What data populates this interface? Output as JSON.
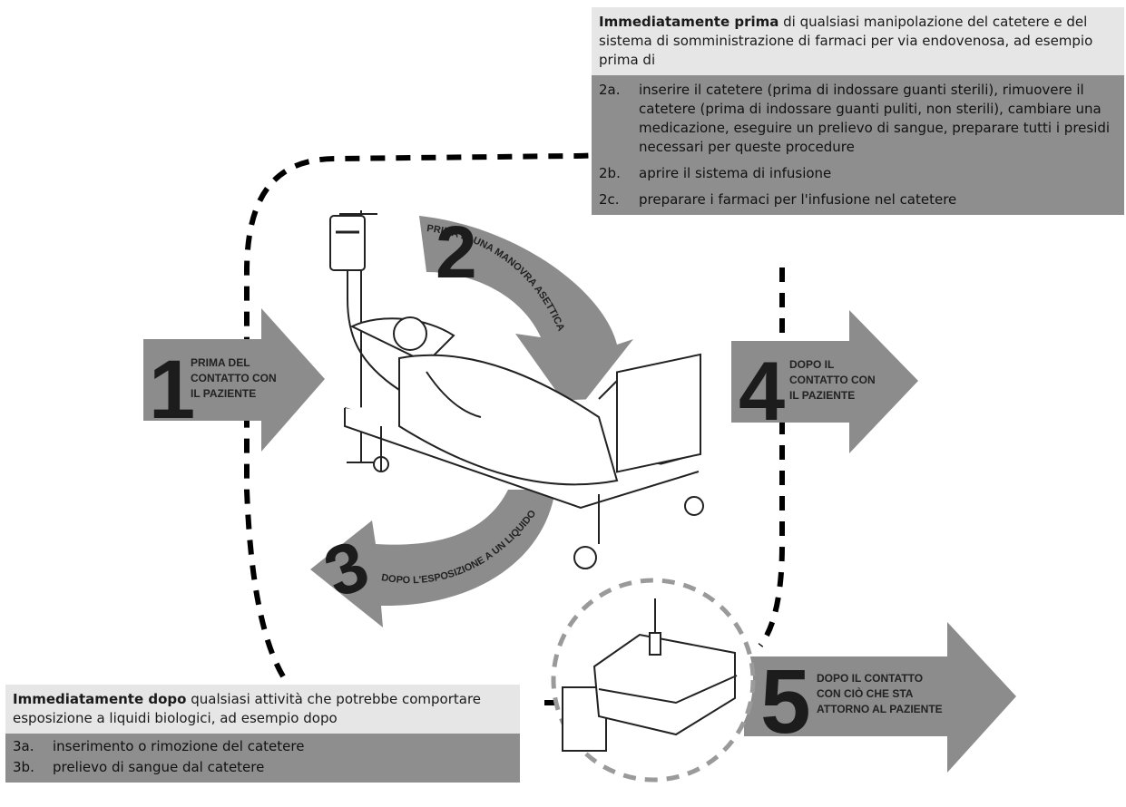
{
  "box2": {
    "head_bold": "Immediatamente prima",
    "head_rest": " di qualsiasi manipolazione del catetere e del sistema di somministrazione di farmaci per via endovenosa, ad esempio prima di",
    "items": [
      {
        "code": "2a.",
        "text": "inserire il catetere (prima di indossare guanti sterili), rimuovere il catetere (prima di indossare guanti puliti, non sterili), cambiare una medicazione, eseguire un prelievo di sangue, preparare tutti i presidi necessari per queste procedure"
      },
      {
        "code": "2b.",
        "text": "aprire il sistema di infusione"
      },
      {
        "code": "2c.",
        "text": "preparare i farmaci per l'infusione nel catetere"
      }
    ]
  },
  "box3": {
    "head_bold": "Immediatamente dopo",
    "head_rest": " qualsiasi attività che potrebbe comportare esposizione a liquidi biologici, ad esempio dopo",
    "items": [
      {
        "code": "3a.",
        "text": "inserimento o rimozione del catetere"
      },
      {
        "code": "3b.",
        "text": "prelievo di sangue dal catetere"
      }
    ]
  },
  "moments": [
    {
      "number": "1",
      "label_lines": [
        "PRIMA DEL",
        "CONTATTO CON",
        "IL PAZIENTE"
      ]
    },
    {
      "number": "2",
      "label": "PRIMA DI UNA MANOVRA ASETTICA"
    },
    {
      "number": "3",
      "label": "DOPO L'ESPOSIZIONE A UN LIQUIDO BIOLOGICO"
    },
    {
      "number": "4",
      "label_lines": [
        "DOPO IL",
        "CONTATTO CON",
        "IL PAZIENTE"
      ]
    },
    {
      "number": "5",
      "label_lines": [
        "DOPO IL CONTATTO",
        "CON CIÒ CHE STA",
        "ATTORNO AL PAZIENTE"
      ]
    }
  ],
  "colors": {
    "arrow_fill": "#8c8c8c",
    "dark_text": "#1c1c1c",
    "head_bg": "#e6e6e6",
    "body_bg": "#8e8e8e"
  },
  "icons": [
    "iv-drip-icon",
    "patient-in-bed-icon",
    "empty-bed-icon"
  ]
}
